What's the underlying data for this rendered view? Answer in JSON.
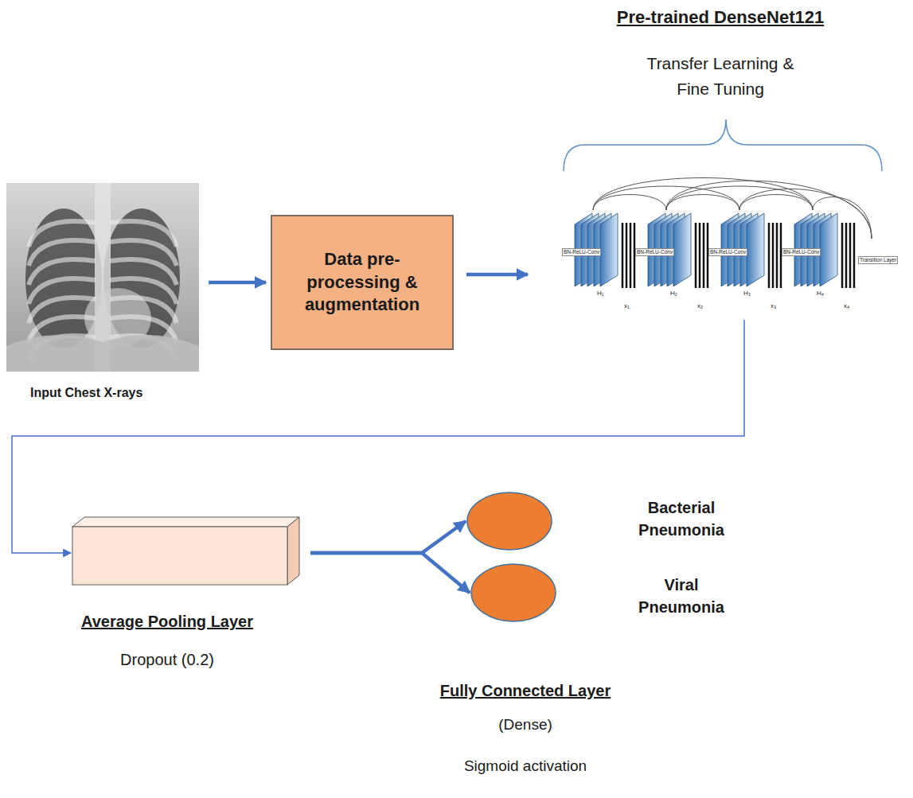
{
  "diagram": {
    "nodes": [
      {
        "text": [
          "Input Chest X-rays"
        ]
      },
      {
        "text": [
          "Data pre-processing & augmentation"
        ]
      },
      {
        "text": [
          "Pre-trained DenseNet121",
          "Transfer Learning & Fine Tuning"
        ]
      },
      {
        "text": [
          "Average Pooling Layer",
          "Dropout (0.2)"
        ]
      },
      {
        "text": [
          "Bacterial Pneumonia"
        ]
      },
      {
        "text": [
          "Viral Pneumonia"
        ]
      }
    ],
    "edges": [
      {
        "from": 0,
        "to": 1,
        "arrow": "to"
      },
      {
        "from": 1,
        "to": 2,
        "arrow": "to"
      },
      {
        "from": 2,
        "to": 3,
        "arrow": "to"
      },
      {
        "from": 3,
        "to": 4,
        "arrow": "to"
      },
      {
        "from": 3,
        "to": 5,
        "arrow": "to"
      }
    ],
    "labels": [
      "BN-ReLU-Conv",
      "BN-ReLU-Conv",
      "BN-ReLU-Conv",
      "BN-ReLU-Conv",
      "H₁",
      "H₂",
      "H₃",
      "H₄",
      "x₁",
      "x₂",
      "x₃",
      "x₄",
      "Transition Layer",
      "Fully Connected Layer",
      "(Dense)",
      "Sigmoid activation"
    ]
  }
}
